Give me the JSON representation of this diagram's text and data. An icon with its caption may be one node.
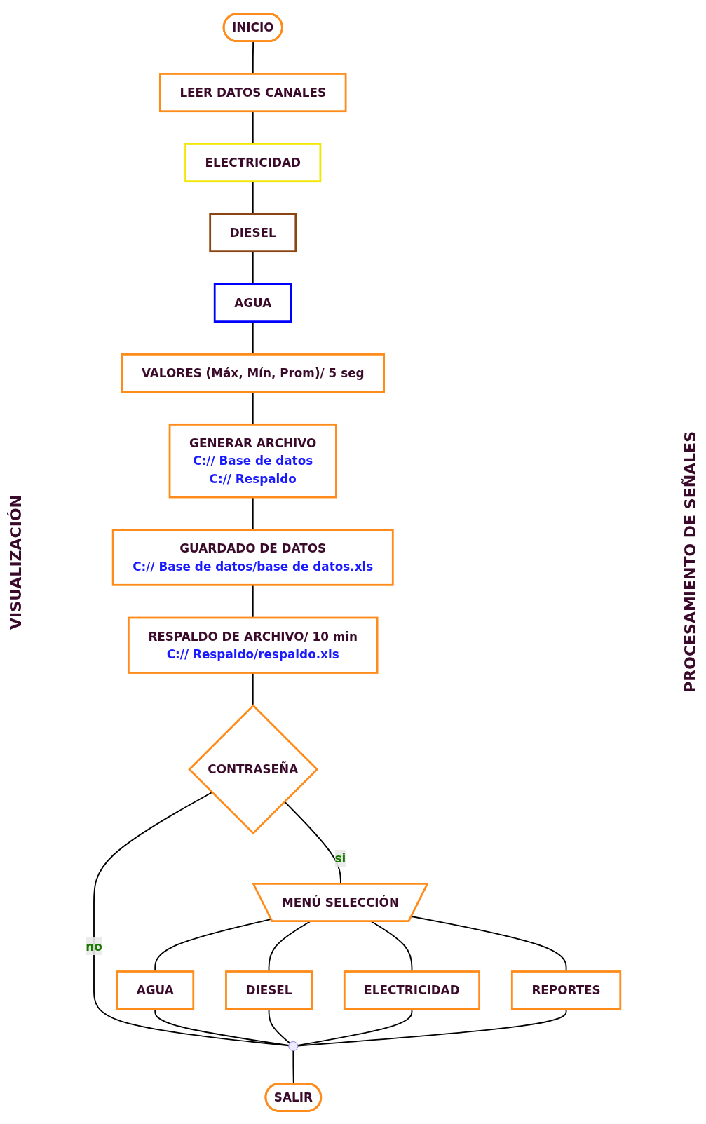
{
  "diagram": {
    "nodes": [
      {
        "text": [
          "INICIO"
        ]
      },
      {
        "text": [
          "LEER DATOS CANALES"
        ]
      },
      {
        "text": [
          "ELECTRICIDAD"
        ]
      },
      {
        "text": [
          "DIESEL"
        ]
      },
      {
        "text": [
          "AGUA"
        ]
      },
      {
        "text": [
          "VALORES (Máx, Mín, Prom)/ 5 seg"
        ]
      },
      {
        "text": [
          "GENERAR ARCHIVO",
          "C:// Base de datos",
          "C:// Respaldo"
        ]
      },
      {
        "text": [
          "GUARDADO DE DATOS",
          "C:// Base de datos/base de datos.xls"
        ]
      },
      {
        "text": [
          "RESPALDO DE ARCHIVO/ 10 min",
          "C:// Respaldo/respaldo.xls"
        ]
      },
      {
        "text": [
          "CONTRASEÑA"
        ]
      },
      {
        "text": [
          "MENÚ SELECCIÓN"
        ]
      },
      {
        "text": [
          "AGUA"
        ]
      },
      {
        "text": [
          "DIESEL"
        ]
      },
      {
        "text": [
          "ELECTRICIDAD"
        ]
      },
      {
        "text": [
          "REPORTES"
        ]
      },
      {
        "text": [],
        "shape": "circle"
      },
      {
        "text": [
          "SALIR"
        ]
      }
    ],
    "edges": [
      {
        "from": 0,
        "to": 1,
        "arrow": "none"
      },
      {
        "from": 1,
        "to": 2,
        "arrow": "none"
      },
      {
        "from": 2,
        "to": 3,
        "arrow": "none"
      },
      {
        "from": 3,
        "to": 4,
        "arrow": "none"
      },
      {
        "from": 4,
        "to": 5,
        "arrow": "none"
      },
      {
        "from": 5,
        "to": 6,
        "arrow": "none"
      },
      {
        "from": 6,
        "to": 7,
        "arrow": "none"
      },
      {
        "from": 7,
        "to": 8,
        "arrow": "none"
      },
      {
        "from": 8,
        "to": 9,
        "arrow": "none"
      },
      {
        "from": 9,
        "to": 10,
        "arrow": "none",
        "label": "si"
      },
      {
        "from": 9,
        "to": 15,
        "arrow": "none",
        "label": "no"
      },
      {
        "from": 10,
        "to": 11,
        "arrow": "none"
      },
      {
        "from": 10,
        "to": 12,
        "arrow": "none"
      },
      {
        "from": 10,
        "to": 13,
        "arrow": "none"
      },
      {
        "from": 10,
        "to": 14,
        "arrow": "none"
      },
      {
        "from": 11,
        "to": 15,
        "arrow": "none"
      },
      {
        "from": 12,
        "to": 15,
        "arrow": "none"
      },
      {
        "from": 13,
        "to": 15,
        "arrow": "none"
      },
      {
        "from": 14,
        "to": 15,
        "arrow": "none"
      },
      {
        "from": 15,
        "to": 16,
        "arrow": "none"
      }
    ],
    "labels": [
      "PROCESAMIENTO DE SEÑALES",
      "VISUALIZACIÓN"
    ]
  }
}
